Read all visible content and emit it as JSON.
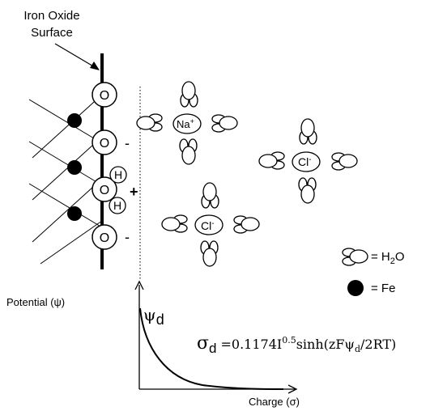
{
  "surface_label": {
    "line1": "Iron Oxide",
    "line2": "Surface"
  },
  "oxygen_symbol": "O",
  "hydrogen_symbol": "H",
  "surface_charges": {
    "minus": "-",
    "plus": "+"
  },
  "ions": {
    "sodium": {
      "symbol": "Na",
      "charge": "+"
    },
    "chloride": {
      "symbol": "Cl",
      "charge": "-"
    }
  },
  "legend": {
    "water": {
      "prefix": "= H",
      "subscript": "2",
      "suffix": "O"
    },
    "iron": {
      "text": "= Fe"
    }
  },
  "plot": {
    "y_axis_label": "Potential (ψ)",
    "x_axis_label": "Charge (σ)",
    "curve_label": {
      "symbol": "ψ",
      "subscript": "d"
    }
  },
  "equation": {
    "lhs_symbol": "σ",
    "lhs_subscript": "d",
    "part1": "=0.1174I",
    "sup": "0.5",
    "part2": "sinh(zFψ",
    "sub": "d",
    "part3": "/2RT)"
  },
  "colors": {
    "ink": "#000000",
    "background": "#ffffff",
    "atom_fill": "#ffffff",
    "iron_fill": "#000000"
  }
}
